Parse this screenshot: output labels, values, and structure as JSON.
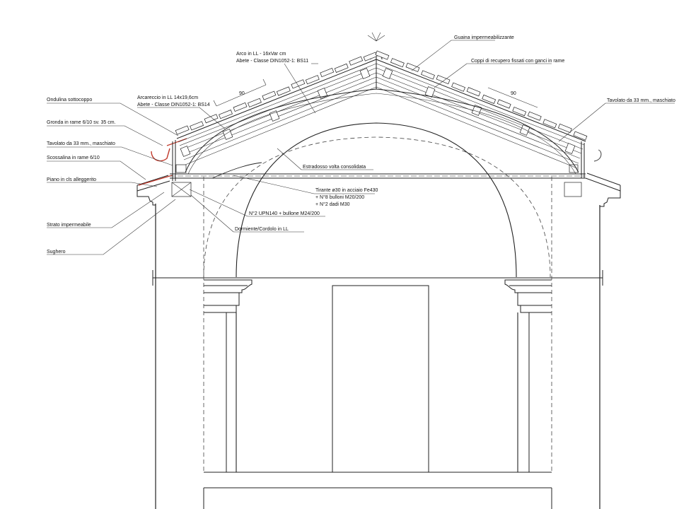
{
  "labels": {
    "guaina": "Guaina impermeabilizzante",
    "coppi": "Coppi di recupero fissati con ganci in rame",
    "arco_1": "Arco in LL - 16xVar cm",
    "arco_2": "Abete - Classe DIN1052-1: BS11",
    "ondulina": "Ondulina sottocoppo",
    "arcareccio_1": "Arcareccio in LL 14x19,6cm",
    "arcareccio_2": "Abete - Classe DIN1052-1: BS14",
    "tavolato_right": "Tavolato da 33 mm., maschiato",
    "gronda": "Gronda in rame 6/10 sv. 35 cm.",
    "tavolato_left": "Tavolato da 33 mm., maschiato",
    "scossalina": "Scossalina in rame 6/10",
    "piano": "Piano in cls alleggerito",
    "estradosso": "Estradosso volta consolidata",
    "tirante_1": "Tirante ø30 in acciaio Fe430",
    "tirante_2": "+ N°8 bulloni M20/200",
    "tirante_3": "+ N°2 dadi M30",
    "upn": "N°2 UPN140 + bullone M24/200",
    "dormiente": "Dormiente/Cordolo in LL",
    "strato": "Strato impermeabile",
    "sughero": "Sughero",
    "dim_left": "90",
    "dim_right": "90"
  }
}
